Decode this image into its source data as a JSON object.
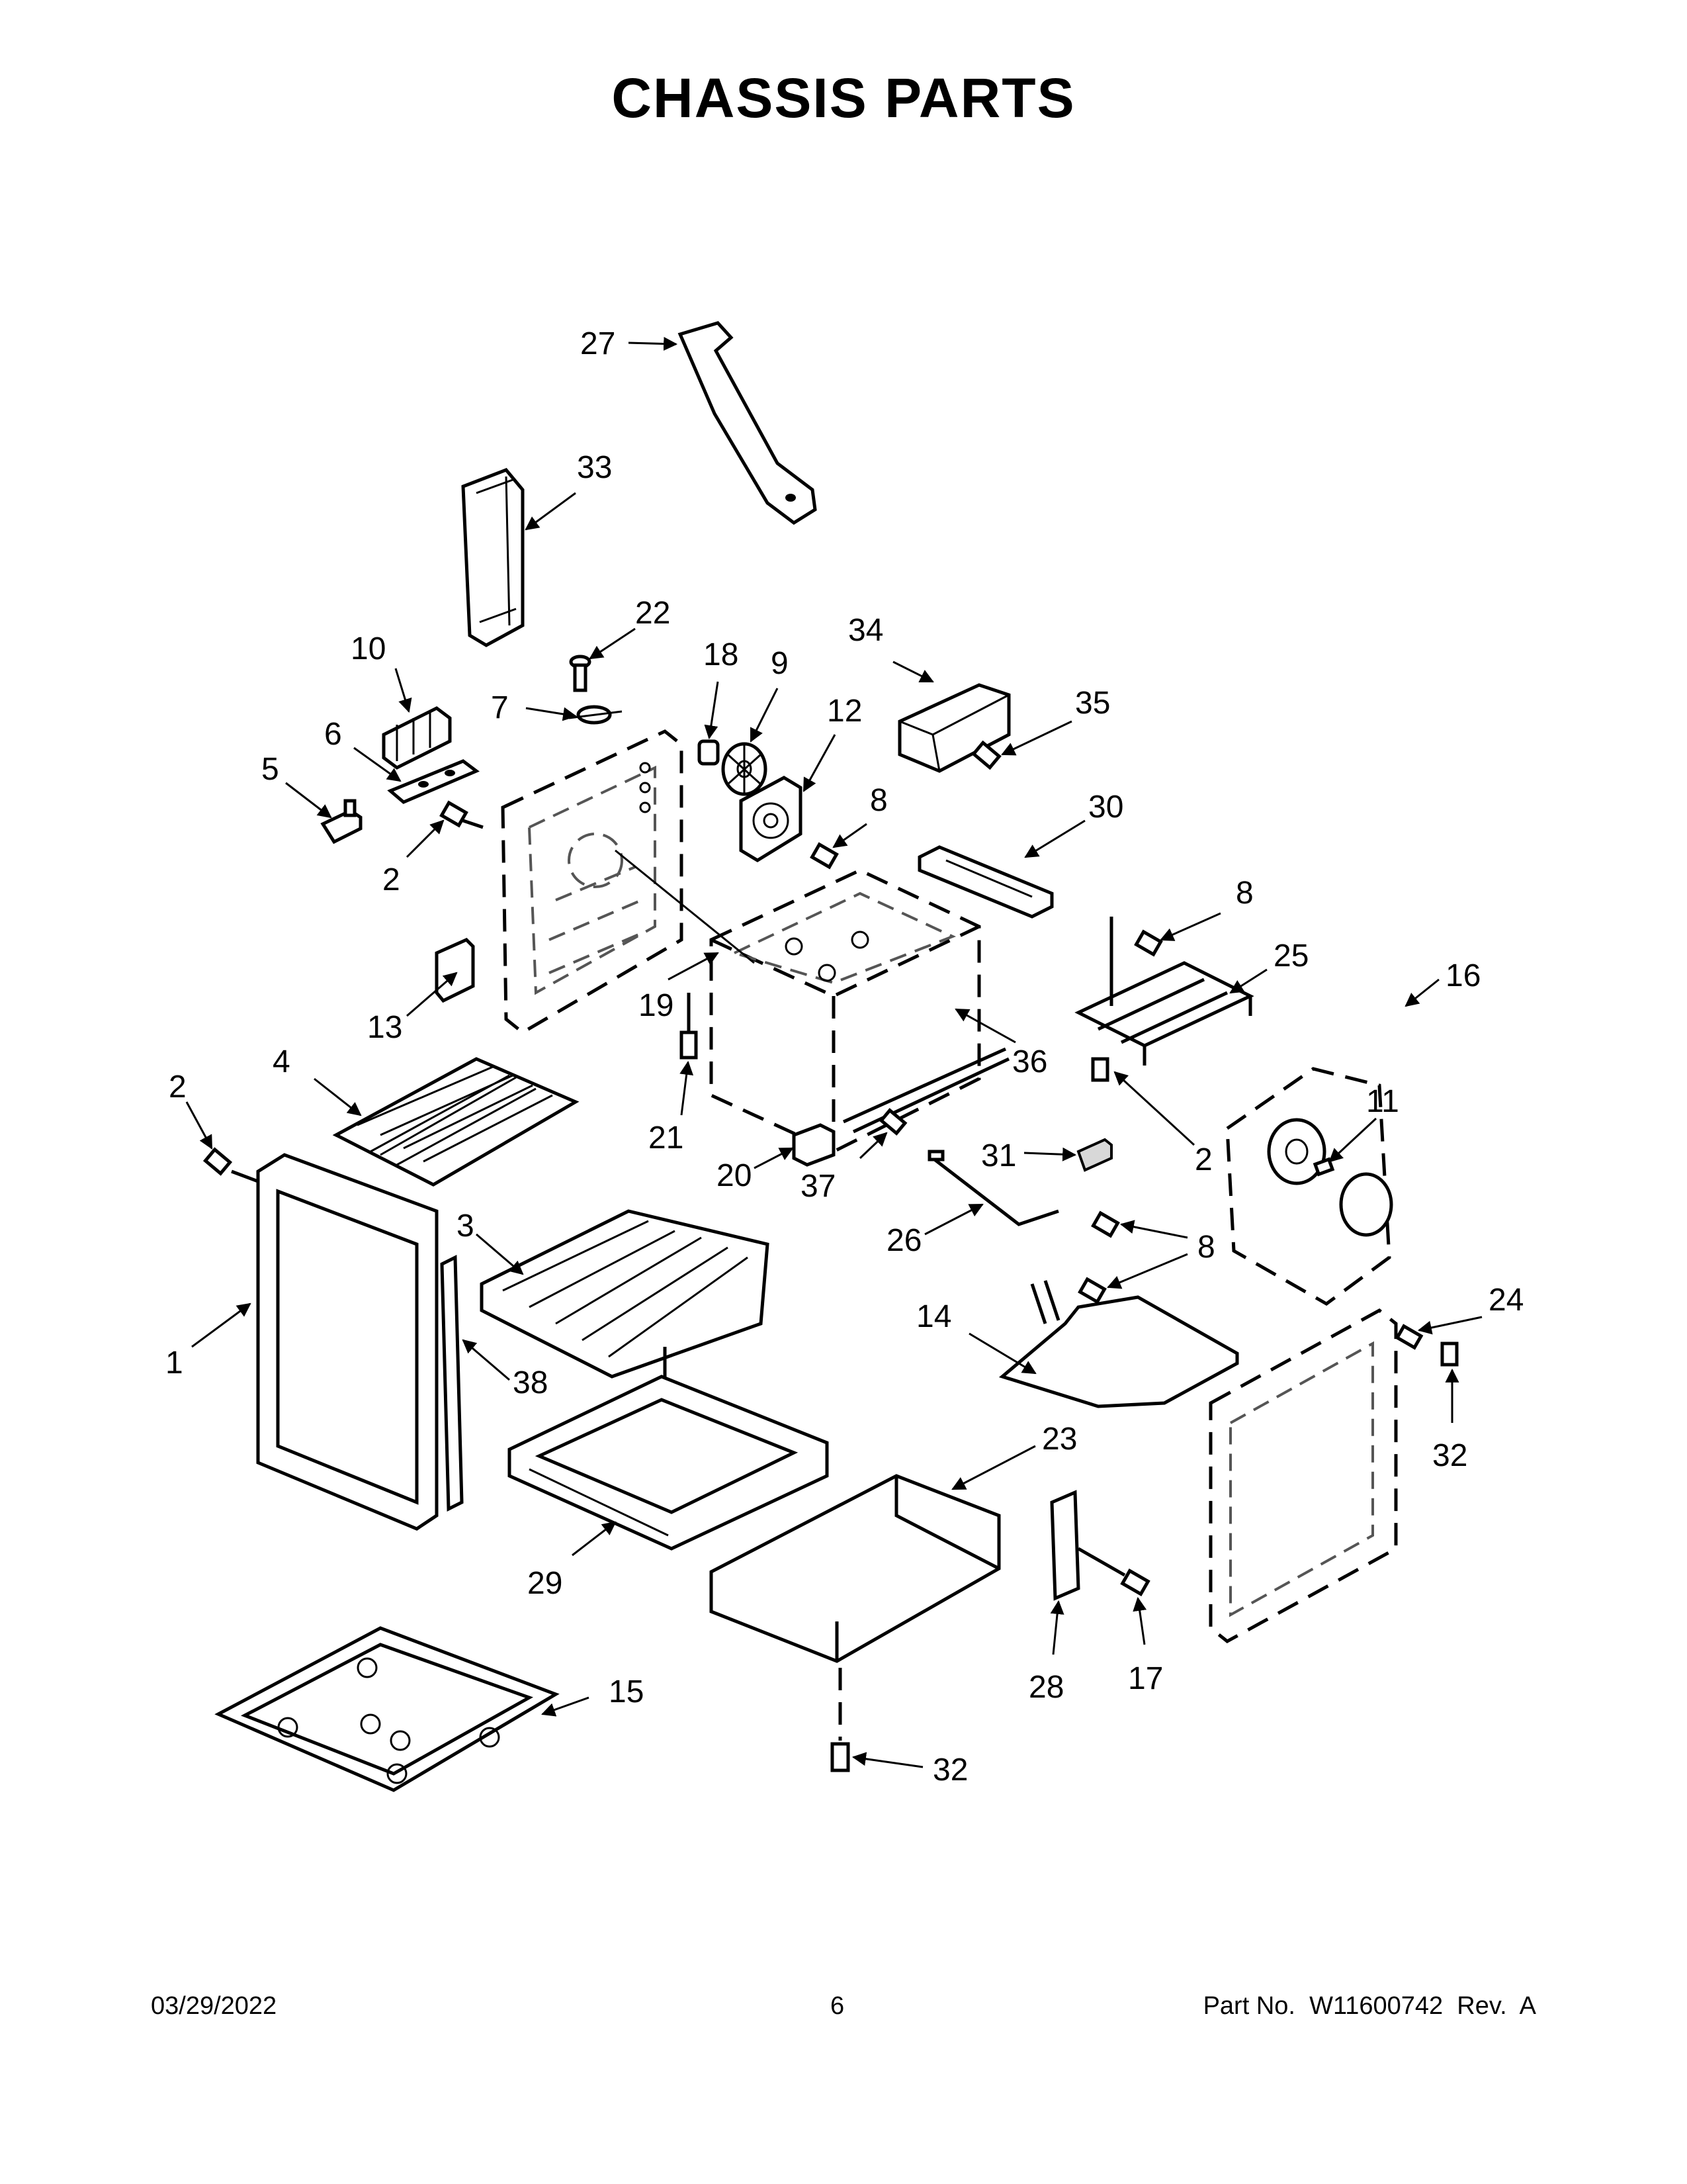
{
  "title": "CHASSIS PARTS",
  "callouts": [
    {
      "id": "c27",
      "number": "27"
    },
    {
      "id": "c33",
      "number": "33"
    },
    {
      "id": "c22",
      "number": "22"
    },
    {
      "id": "c18",
      "number": "18"
    },
    {
      "id": "c9",
      "number": "9"
    },
    {
      "id": "c34",
      "number": "34"
    },
    {
      "id": "c10",
      "number": "10"
    },
    {
      "id": "c7",
      "number": "7"
    },
    {
      "id": "c12",
      "number": "12"
    },
    {
      "id": "c35",
      "number": "35"
    },
    {
      "id": "c6",
      "number": "6"
    },
    {
      "id": "c5",
      "number": "5"
    },
    {
      "id": "c8a",
      "number": "8"
    },
    {
      "id": "c30",
      "number": "30"
    },
    {
      "id": "c2a",
      "number": "2"
    },
    {
      "id": "c8b",
      "number": "8"
    },
    {
      "id": "c25",
      "number": "25"
    },
    {
      "id": "c16",
      "number": "16"
    },
    {
      "id": "c13",
      "number": "13"
    },
    {
      "id": "c19",
      "number": "19"
    },
    {
      "id": "c11",
      "number": "11"
    },
    {
      "id": "c4",
      "number": "4"
    },
    {
      "id": "c2b",
      "number": "2"
    },
    {
      "id": "c36",
      "number": "36"
    },
    {
      "id": "c21",
      "number": "21"
    },
    {
      "id": "c31",
      "number": "31"
    },
    {
      "id": "c2c",
      "number": "2"
    },
    {
      "id": "c20",
      "number": "20"
    },
    {
      "id": "c37",
      "number": "37"
    },
    {
      "id": "c3",
      "number": "3"
    },
    {
      "id": "c26",
      "number": "26"
    },
    {
      "id": "c8c",
      "number": "8"
    },
    {
      "id": "c8d",
      "number": "8"
    },
    {
      "id": "c24",
      "number": "24"
    },
    {
      "id": "c14",
      "number": "14"
    },
    {
      "id": "c1",
      "number": "1"
    },
    {
      "id": "c38",
      "number": "38"
    },
    {
      "id": "c32a",
      "number": "32"
    },
    {
      "id": "c23",
      "number": "23"
    },
    {
      "id": "c29",
      "number": "29"
    },
    {
      "id": "c15",
      "number": "15"
    },
    {
      "id": "c28",
      "number": "28"
    },
    {
      "id": "c17",
      "number": "17"
    },
    {
      "id": "c32b",
      "number": "32"
    }
  ],
  "footer": {
    "date": "03/29/2022",
    "page": "6",
    "part_number": "Part No.  W11600742  Rev.  A"
  }
}
